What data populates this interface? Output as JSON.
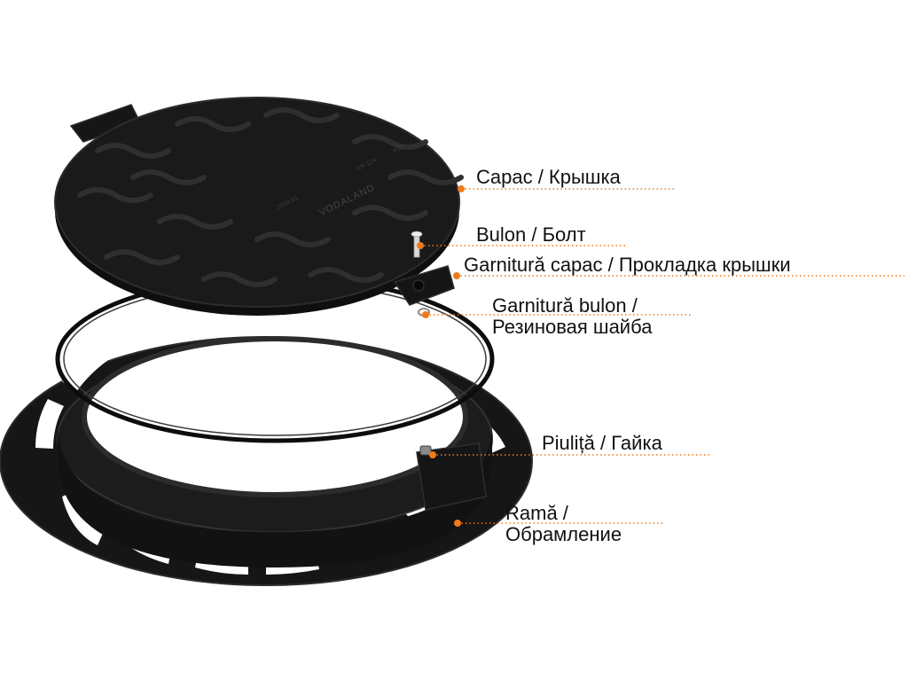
{
  "diagram": {
    "colors": {
      "iron": "#161616",
      "iron_edge": "#2c2c2c",
      "iron_highlight": "#3a3a3a",
      "gasket": "#0d0d0d",
      "bolt": "#d8d8d8",
      "marker": "#f07a1a",
      "leader": "#f07a1a"
    },
    "cover_emboss": {
      "logo": "VODALAND",
      "codes": [
        "EN 124",
        "A15",
        "2024-01"
      ]
    },
    "callouts": [
      {
        "id": "cover",
        "lines": [
          "Capac / Крышка"
        ]
      },
      {
        "id": "bolt",
        "lines": [
          "Bulon / Болт"
        ]
      },
      {
        "id": "cover-gasket",
        "lines": [
          "Garnitură capac / Прокладка крышки"
        ]
      },
      {
        "id": "bolt-washer",
        "lines": [
          "Garnitură bulon /",
          "Резиновая шайба"
        ]
      },
      {
        "id": "nut",
        "lines": [
          "Piuliță / Гайка"
        ]
      },
      {
        "id": "frame",
        "lines": [
          "Ramă /",
          "Обрамление"
        ]
      }
    ]
  }
}
